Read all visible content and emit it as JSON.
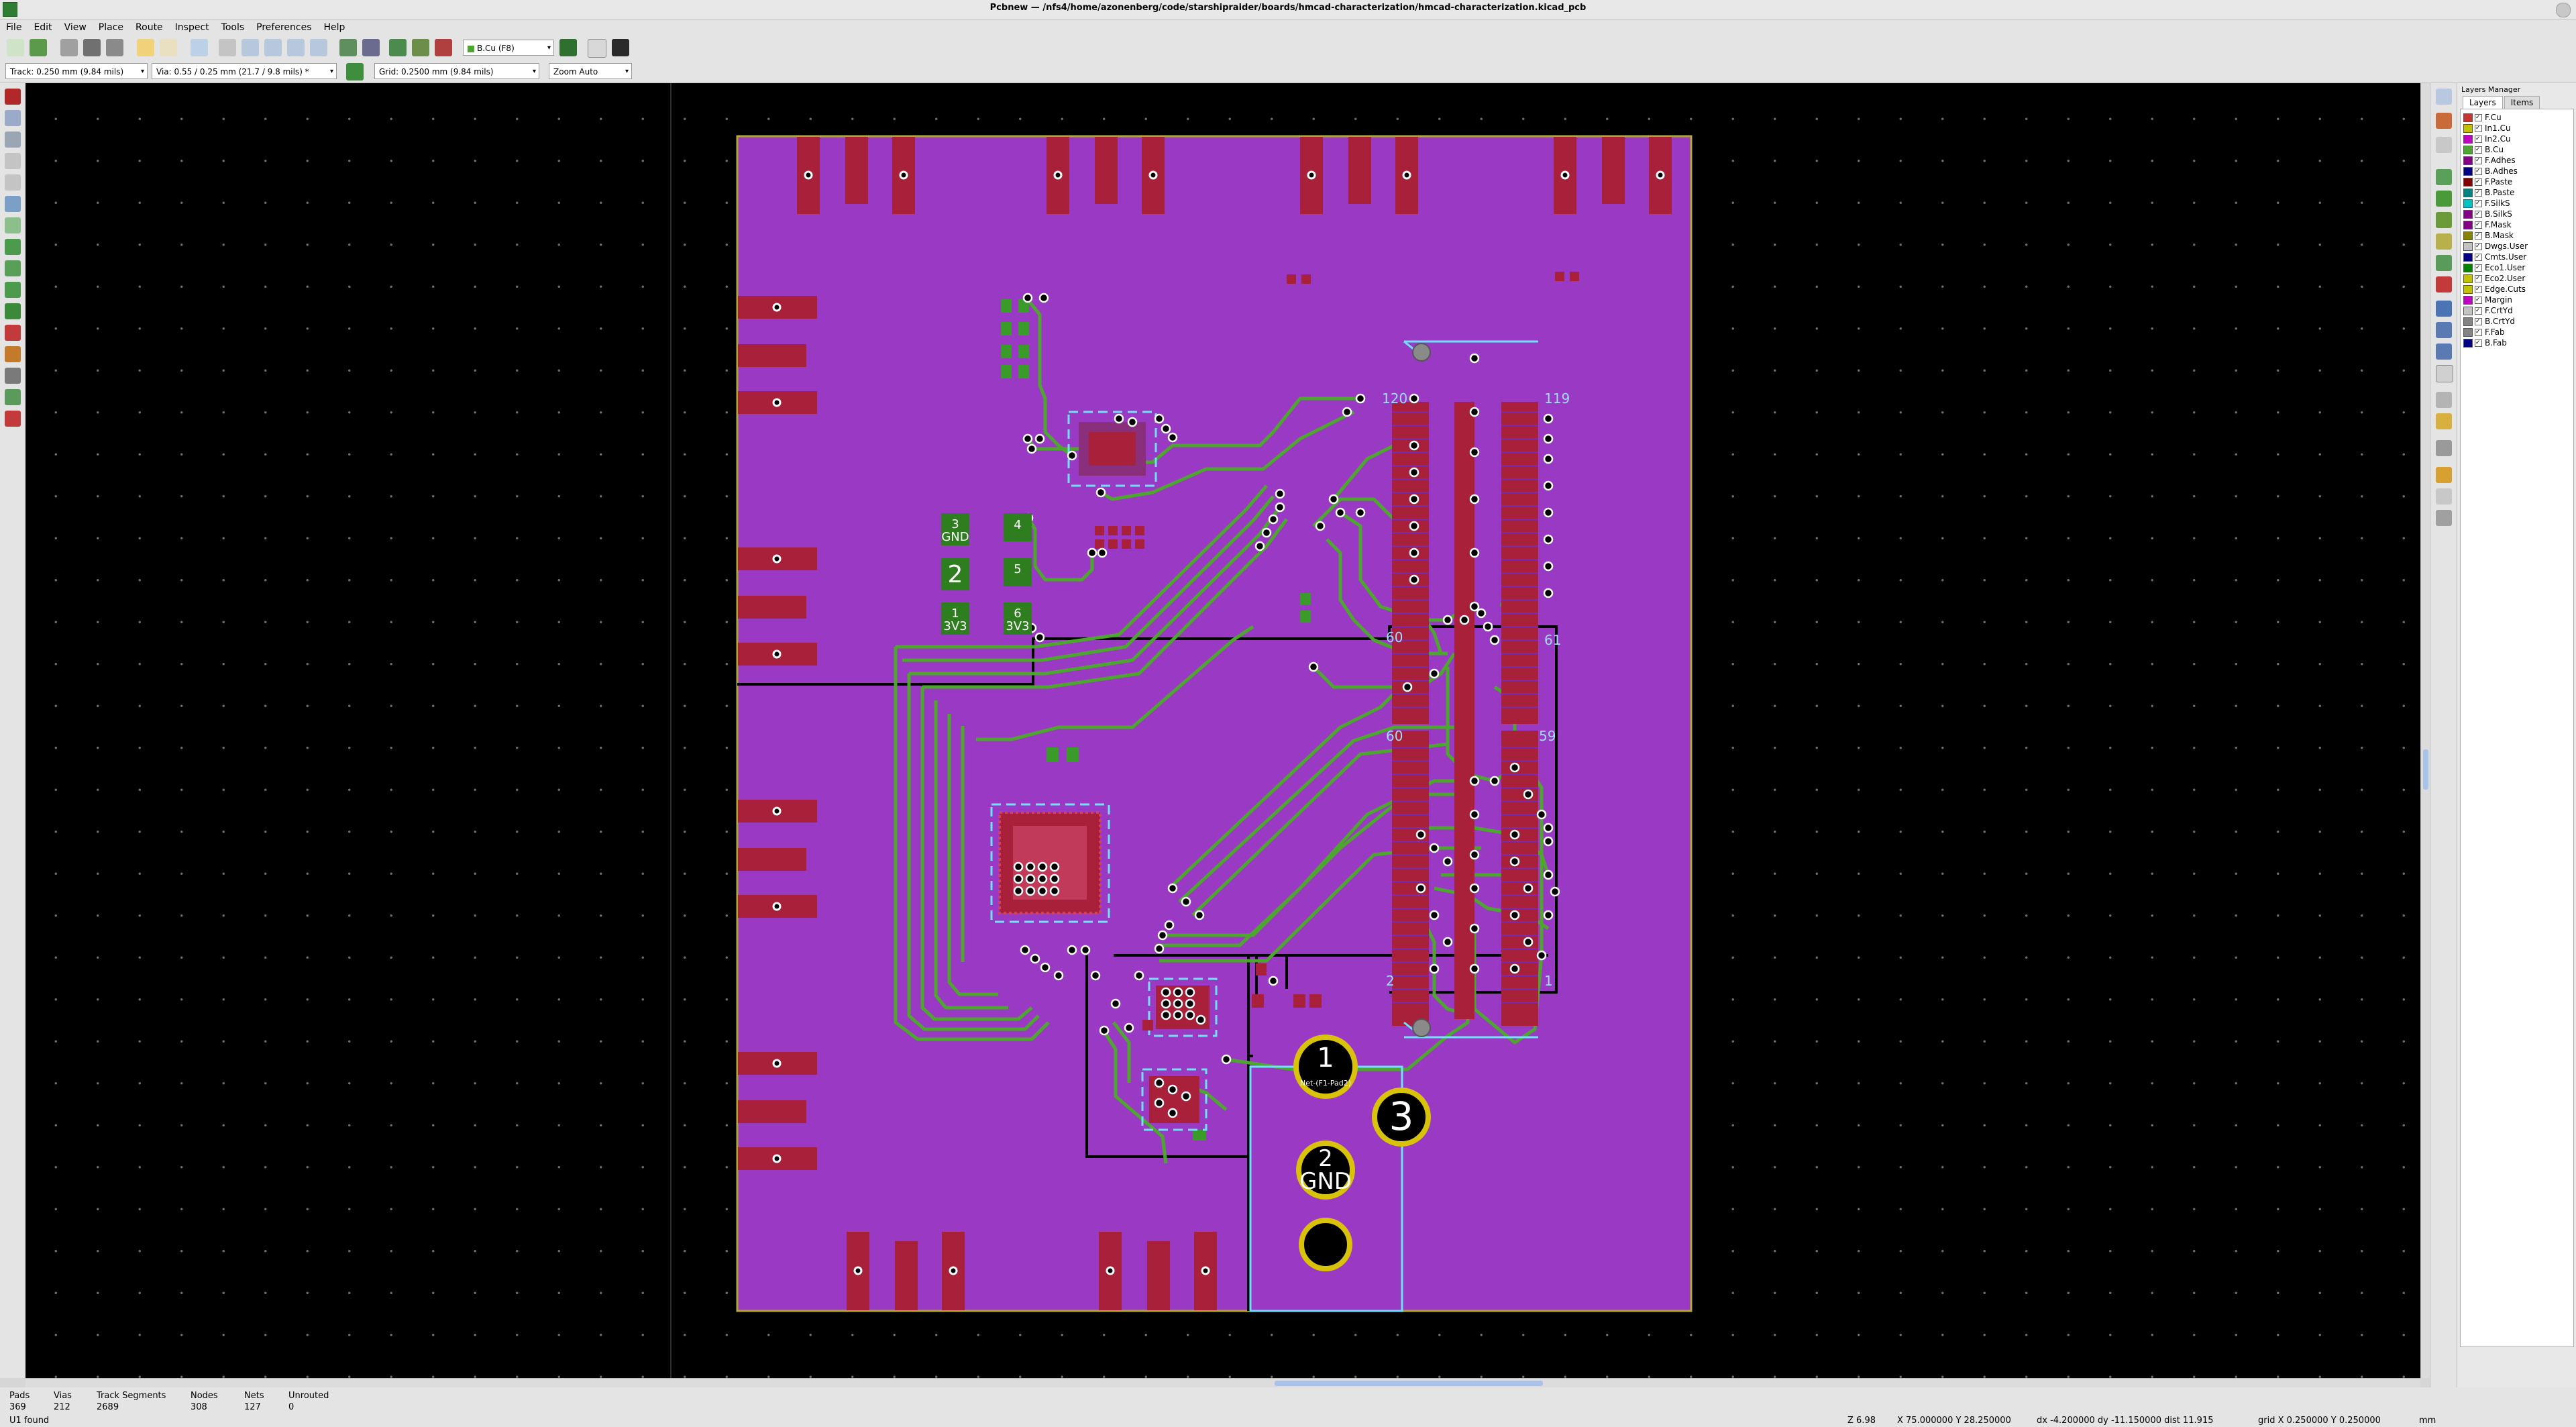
{
  "window": {
    "title": "Pcbnew — /nfs4/home/azonenberg/code/starshipraider/boards/hmcad-characterization/hmcad-characterization.kicad_pcb"
  },
  "menu": [
    "File",
    "Edit",
    "View",
    "Place",
    "Route",
    "Inspect",
    "Tools",
    "Preferences",
    "Help"
  ],
  "toolbar2": {
    "track": "Track: 0.250 mm (9.84 mils)",
    "via": "Via: 0.55 / 0.25 mm (21.7 / 9.8 mils) *",
    "grid": "Grid: 0.2500 mm (9.84 mils)",
    "zoom": "Zoom Auto",
    "layer": "B.Cu (F8)"
  },
  "layers_manager": {
    "title": "Layers Manager",
    "tabs": [
      "Layers",
      "Items"
    ],
    "layers": [
      {
        "name": "F.Cu",
        "color": "#c83434"
      },
      {
        "name": "In1.Cu",
        "color": "#c2c200"
      },
      {
        "name": "In2.Cu",
        "color": "#c200c2"
      },
      {
        "name": "B.Cu",
        "color": "#4da72f"
      },
      {
        "name": "F.Adhes",
        "color": "#840084"
      },
      {
        "name": "B.Adhes",
        "color": "#000084"
      },
      {
        "name": "F.Paste",
        "color": "#840000"
      },
      {
        "name": "B.Paste",
        "color": "#008484"
      },
      {
        "name": "F.SilkS",
        "color": "#00c2c2"
      },
      {
        "name": "B.SilkS",
        "color": "#840084"
      },
      {
        "name": "F.Mask",
        "color": "#840084"
      },
      {
        "name": "B.Mask",
        "color": "#848400"
      },
      {
        "name": "Dwgs.User",
        "color": "#c2c2c2"
      },
      {
        "name": "Cmts.User",
        "color": "#000084"
      },
      {
        "name": "Eco1.User",
        "color": "#008400"
      },
      {
        "name": "Eco2.User",
        "color": "#c2c200"
      },
      {
        "name": "Edge.Cuts",
        "color": "#c2c200"
      },
      {
        "name": "Margin",
        "color": "#c200c2"
      },
      {
        "name": "F.CrtYd",
        "color": "#c2c2c2"
      },
      {
        "name": "B.CrtYd",
        "color": "#848484"
      },
      {
        "name": "F.Fab",
        "color": "#848484"
      },
      {
        "name": "B.Fab",
        "color": "#000084"
      }
    ]
  },
  "board": {
    "pad_labels": {
      "p3": "3",
      "p4": "4",
      "p2": "2",
      "p5": "5",
      "p1": "1",
      "p6": "6",
      "gnd": "GND",
      "v33a": "3V3",
      "v33b": "3V3"
    },
    "conn_labels": {
      "j1": "1",
      "j1_net": "Net-(F1-Pad2)",
      "j3": "3",
      "j2": "2",
      "j2_net": "GND"
    },
    "pin_labels": {
      "p120": "120",
      "p119": "119",
      "p60": "60",
      "p61": "61",
      "p2": "2",
      "p1": "1",
      "p59": "59"
    }
  },
  "status": {
    "pads_label": "Pads",
    "pads": "369",
    "vias_label": "Vias",
    "vias": "212",
    "tracks_label": "Track Segments",
    "tracks": "2689",
    "nodes_label": "Nodes",
    "nodes": "308",
    "nets_label": "Nets",
    "nets": "127",
    "unrouted_label": "Unrouted",
    "unrouted": "0",
    "message": "U1 found",
    "zoom": "Z 6.98",
    "xy": "X 75.000000  Y 28.250000",
    "delta": "dx -4.200000  dy -11.150000  dist 11.915",
    "gridpos": "grid X 0.250000  Y 0.250000",
    "units": "mm"
  },
  "colors": {
    "board": "#9a3ac4",
    "track": "#4da72f",
    "pad": "#a8203a",
    "silk": "#6fe0ff"
  }
}
